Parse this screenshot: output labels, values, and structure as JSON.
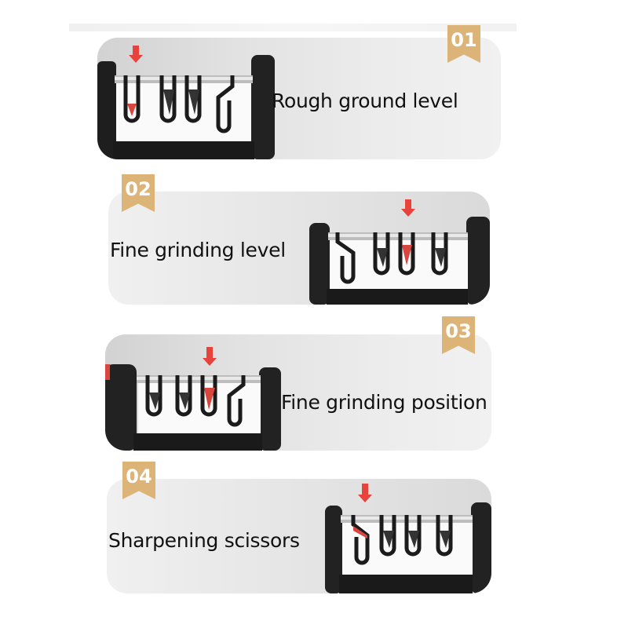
{
  "steps": [
    {
      "number": "01",
      "label": "Rough ground level",
      "active_slot": 1,
      "badge_side": "right"
    },
    {
      "number": "02",
      "label": "Fine grinding level",
      "active_slot": 3,
      "badge_side": "left"
    },
    {
      "number": "03",
      "label": "Fine grinding position",
      "active_slot": 3,
      "badge_side": "right"
    },
    {
      "number": "04",
      "label": "Sharpening scissors",
      "active_slot": 1,
      "badge_side": "left"
    }
  ],
  "colors": {
    "badge": "#dcb478",
    "arrow": "#e8423c",
    "highlight": "#d9463f",
    "body": "#1e1e1e"
  }
}
